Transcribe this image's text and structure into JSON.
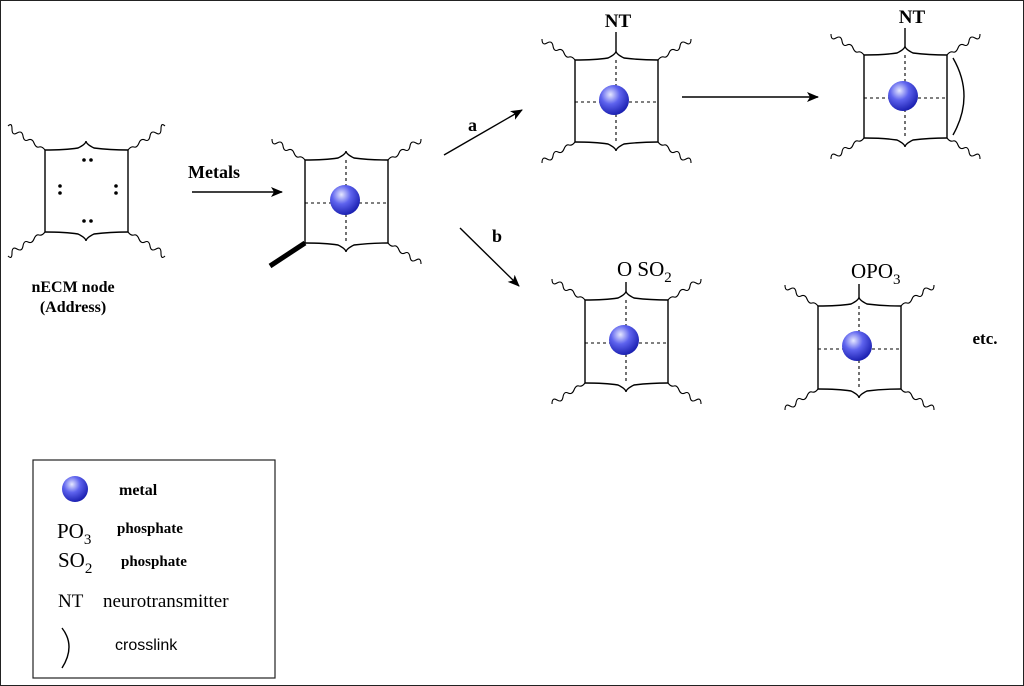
{
  "nodes": {
    "necm_label_line1": "nECM  node",
    "necm_label_line2": "(Address)",
    "metals_label": "Metals",
    "path_a_label": "a",
    "path_b_label": "b",
    "nt_label_1": "NT",
    "nt_label_2": "NT",
    "oso2_prefix": "O SO",
    "oso2_sub": "2",
    "opo3_prefix": "OPO",
    "opo3_sub": "3",
    "etc_label": "etc."
  },
  "legend": {
    "metal_label": "metal",
    "po3_formula": "PO",
    "po3_sub": "3",
    "po3_desc": "phosphate",
    "so2_formula": "SO",
    "so2_sub": "2",
    "so2_desc": "phosphate",
    "nt_abbrev": "NT",
    "nt_desc": "neurotransmitter",
    "crosslink_desc": "crosslink"
  },
  "colors": {
    "metal_center": "#e6e8ff",
    "metal_mid": "#5e63ee",
    "metal_edge": "#1a1fb0"
  }
}
